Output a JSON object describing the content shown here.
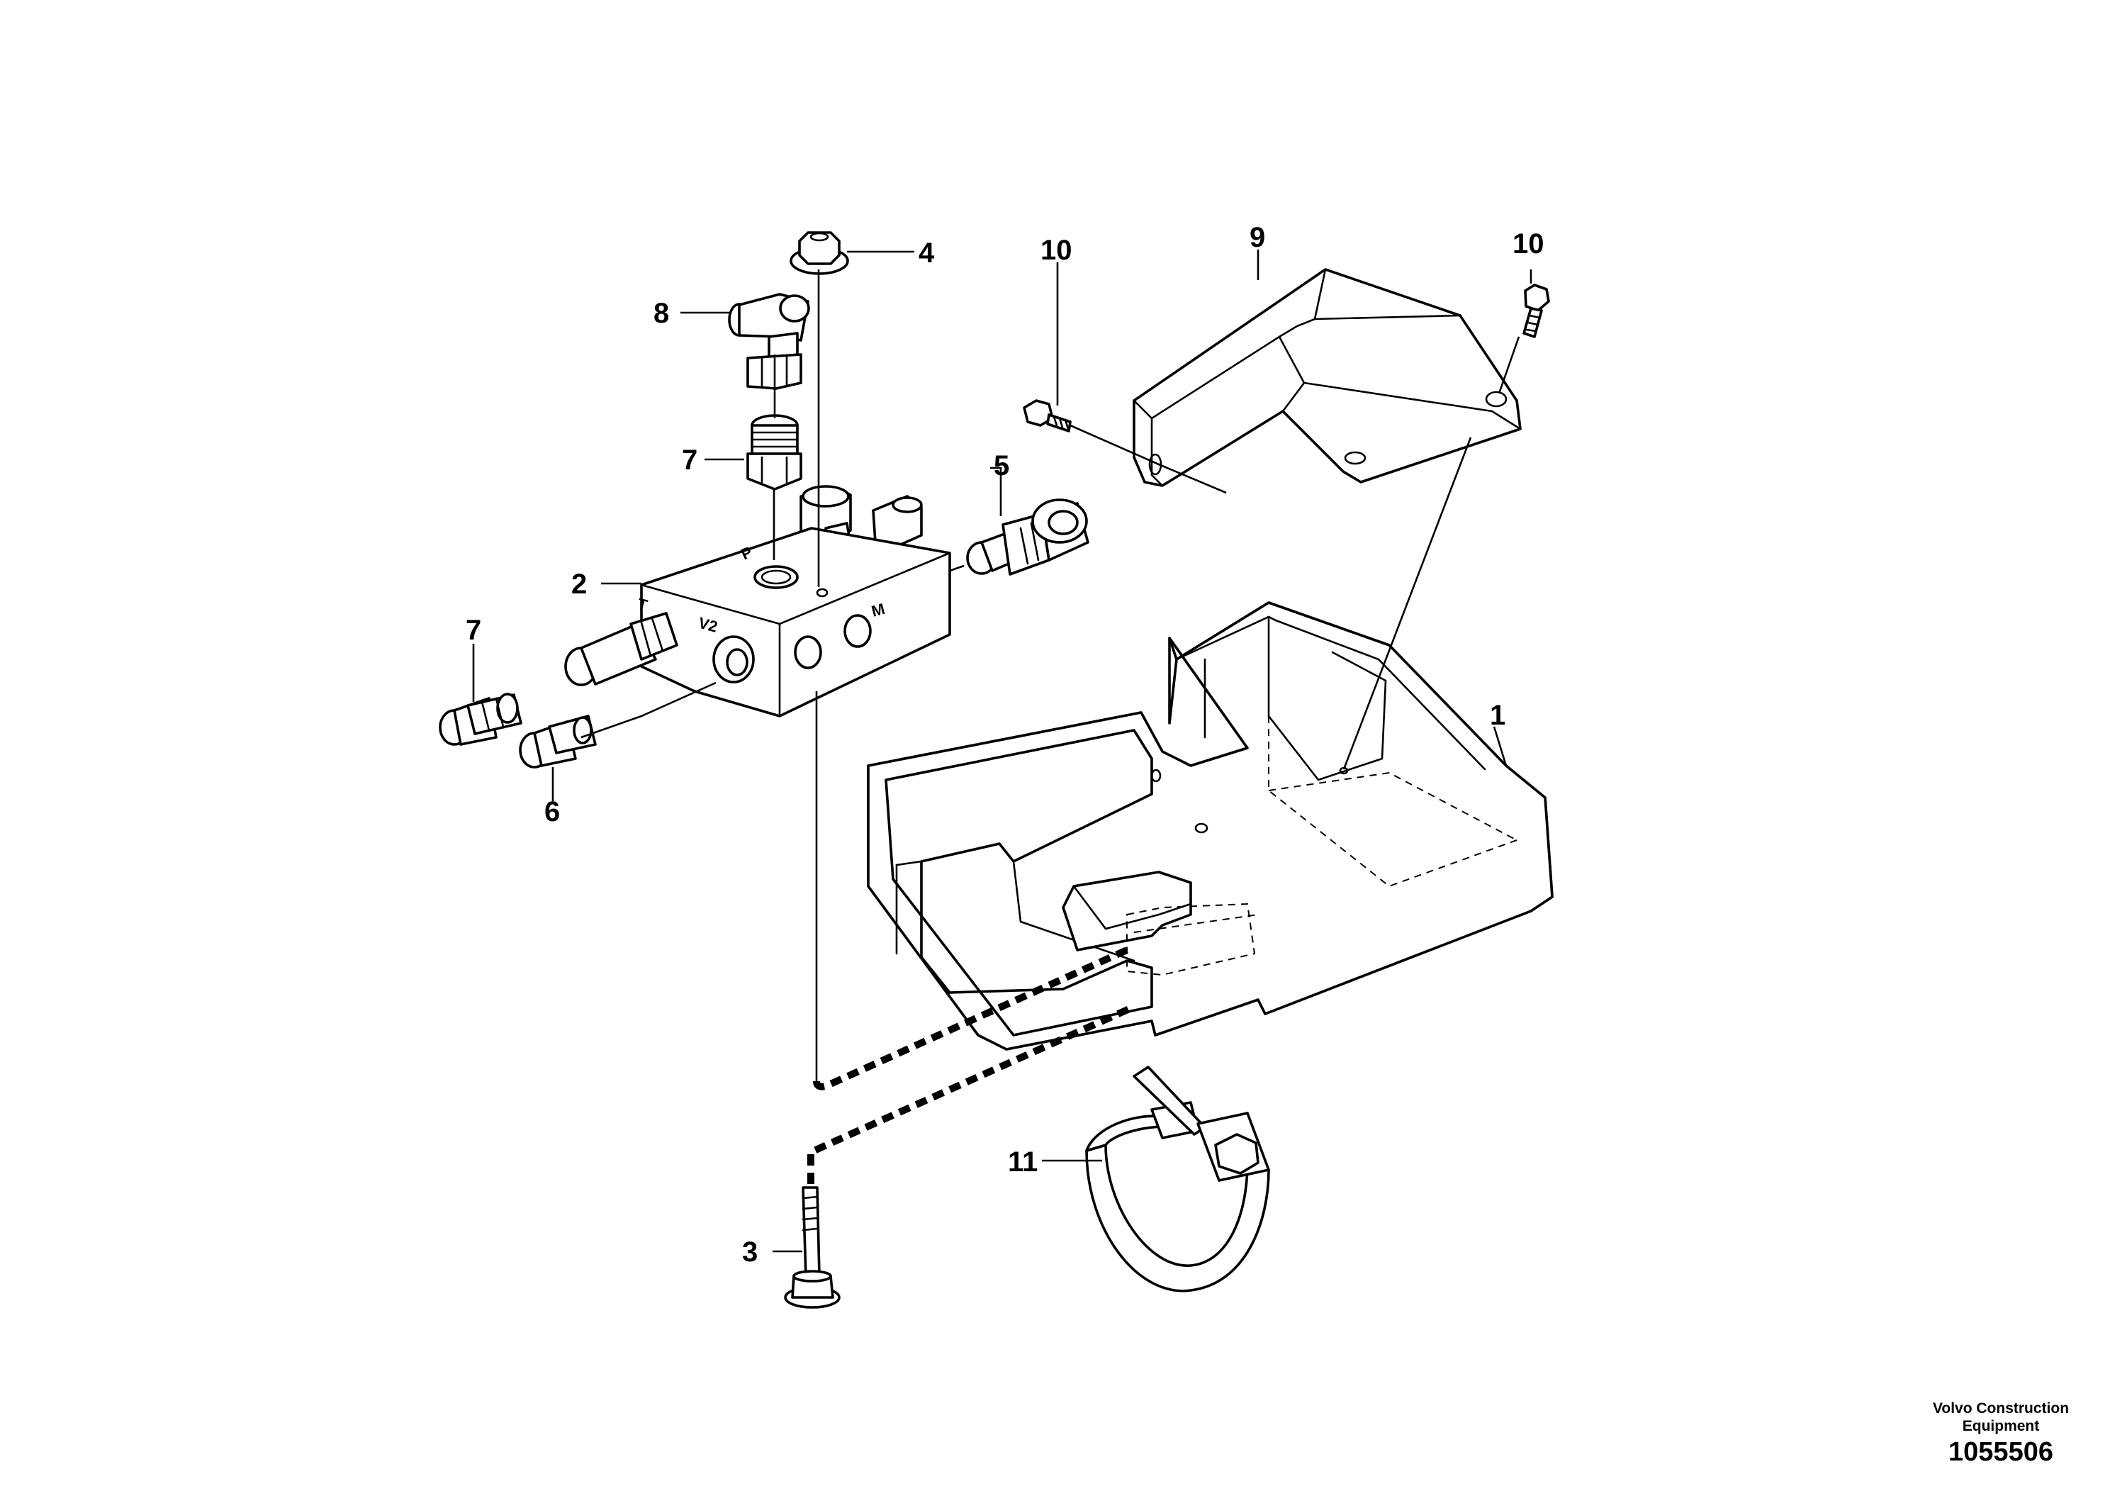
{
  "callouts": {
    "c1": "1",
    "c2": "2",
    "c3": "3",
    "c4": "4",
    "c5": "5",
    "c6": "6",
    "c7a": "7",
    "c7b": "7",
    "c8": "8",
    "c9": "9",
    "c10a": "10",
    "c10b": "10",
    "c11": "11"
  },
  "ports": {
    "v2": "V2",
    "t": "T",
    "m": "M",
    "p": "P"
  },
  "footer": {
    "brand_line1": "Volvo Construction",
    "brand_line2": "Equipment",
    "doc_number": "1055506"
  }
}
